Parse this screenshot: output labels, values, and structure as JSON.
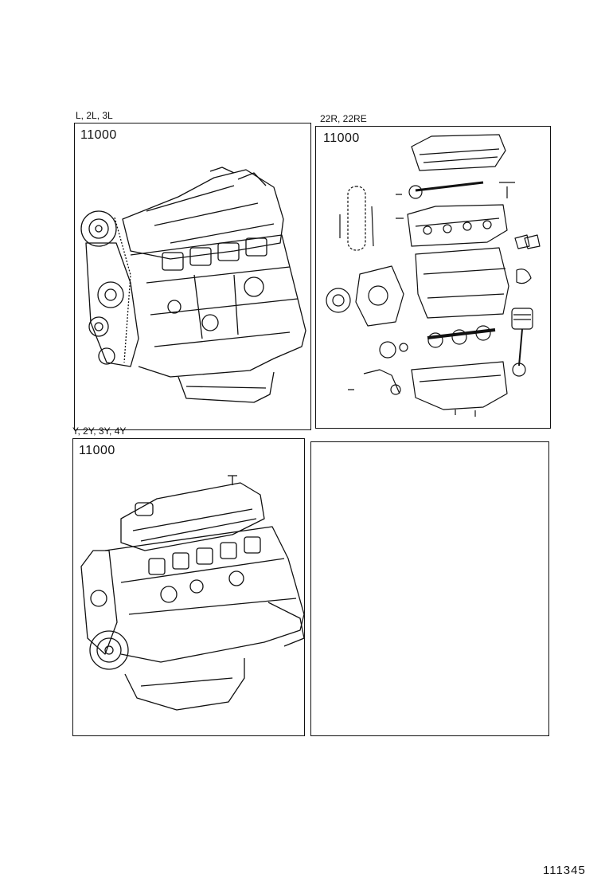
{
  "panels": [
    {
      "engine_label": "L, 2L, 3L",
      "part_code": "11000"
    },
    {
      "engine_label": "22R, 22RE",
      "part_code": "11000"
    },
    {
      "engine_label": "Y, 2Y, 3Y, 4Y",
      "part_code": "11000"
    },
    {
      "engine_label": "",
      "part_code": ""
    }
  ],
  "figure_ref": "111345",
  "colors": {
    "ink": "#111111",
    "paper": "#ffffff"
  }
}
